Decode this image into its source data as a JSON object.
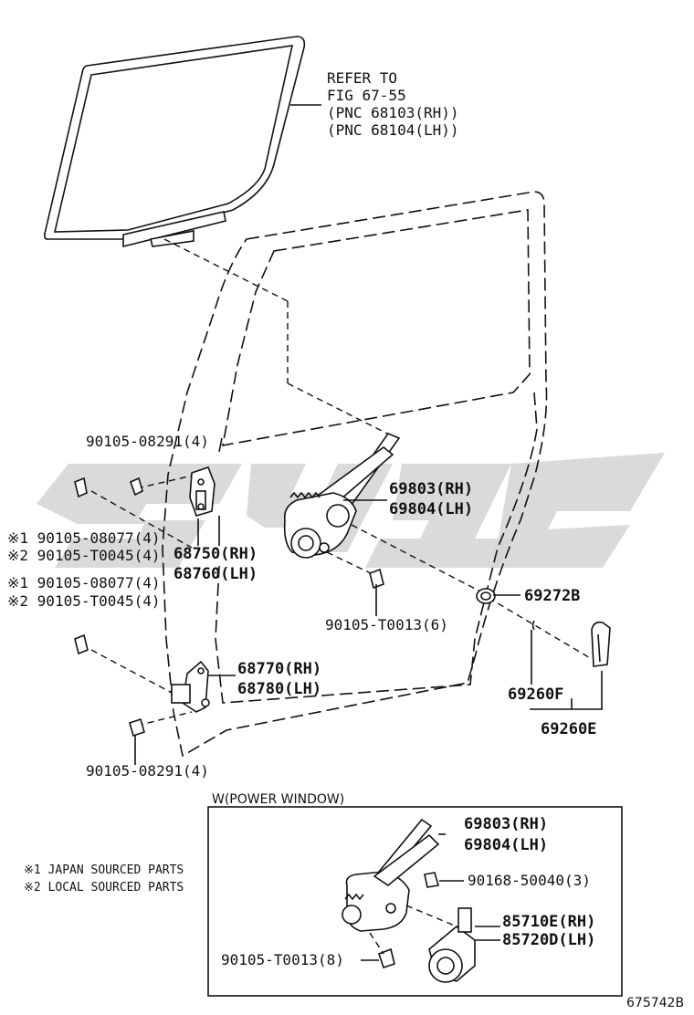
{
  "diagram": {
    "refer": {
      "line1": "REFER TO",
      "line2": "FIG 67-55",
      "line3": "(PNC 68103(RH))",
      "line4": "(PNC 68104(LH))"
    },
    "labels": {
      "bolt_upper_top": "90105-08291(4)",
      "bolt_upper_jp": "※1 90105-08077(4)",
      "bolt_upper_local": "※2 90105-T0045(4)",
      "hinge_upper_rh": "68750(RH)",
      "hinge_upper_lh": "68760(LH)",
      "bolt_lower_jp": "※1 90105-08077(4)",
      "bolt_lower_local": "※2 90105-T0045(4)",
      "regulator_rh": "69803(RH)",
      "regulator_lh": "69804(LH)",
      "bolt_regulator": "90105-T0013(6)",
      "plug": "69272B",
      "handle_part": "69260F",
      "handle_assy": "69260E",
      "hinge_lower_rh": "68770(RH)",
      "hinge_lower_lh": "68780(LH)",
      "bolt_lower_bottom": "90105-08291(4)"
    },
    "notes": {
      "note1": "※1 JAPAN SOURCED PARTS",
      "note2": "※2 LOCAL SOURCED PARTS"
    },
    "power_window": {
      "title": "W(POWER WINDOW)",
      "regulator_rh": "69803(RH)",
      "regulator_lh": "69804(LH)",
      "screw": "90168-50040(3)",
      "motor_rh": "85710E(RH)",
      "motor_lh": "85720D(LH)",
      "bolt": "90105-T0013(8)"
    },
    "figure_code": "675742B"
  },
  "colors": {
    "line": "#111111",
    "watermark": "#d4d4d4",
    "background": "#ffffff"
  }
}
